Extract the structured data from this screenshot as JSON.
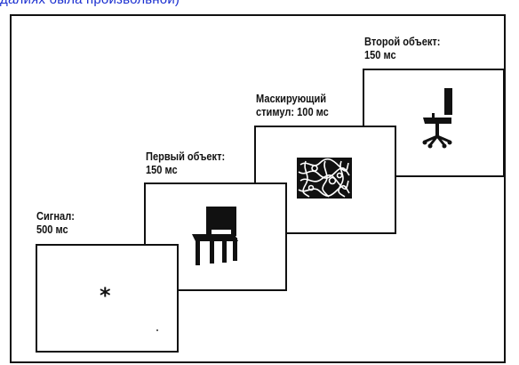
{
  "header": {
    "caption_fragment": "далиях была произвольной)"
  },
  "stages": [
    {
      "line1": "Сигнал:",
      "line2": "500 мс",
      "symbol": "*"
    },
    {
      "line1": "Первый объект:",
      "line2": "150 мс"
    },
    {
      "line1": "Маскирующий",
      "line2": "стимул: 100 мс"
    },
    {
      "line1": "Второй объект:",
      "line2": "150 мс"
    }
  ]
}
